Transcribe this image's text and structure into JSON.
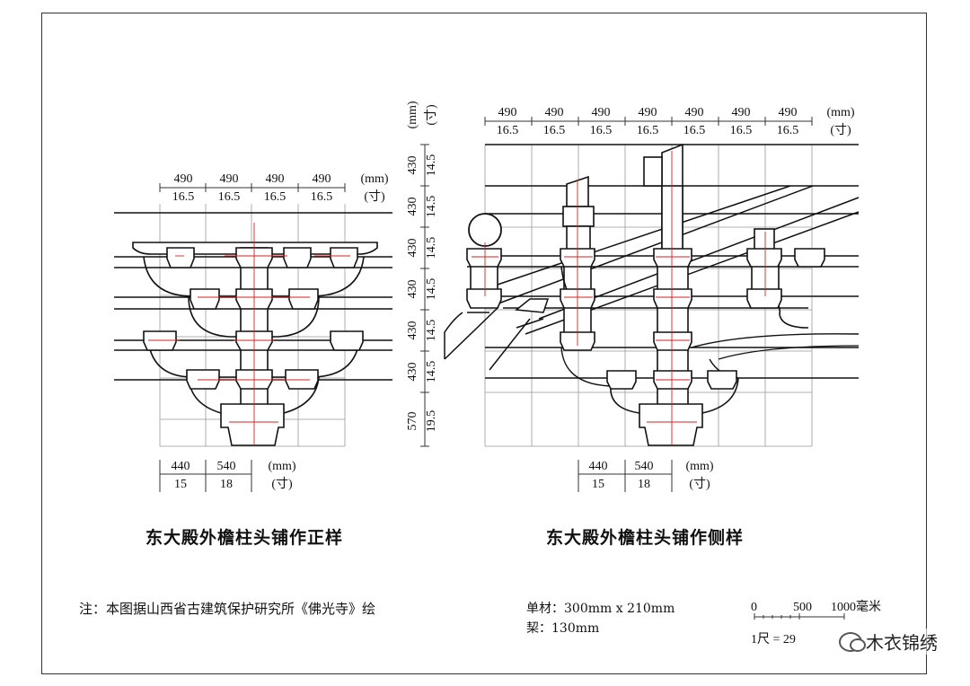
{
  "front_view": {
    "caption": "东大殿外檐柱头铺作正样",
    "top_mm": [
      "490",
      "490",
      "490",
      "490"
    ],
    "top_cun": [
      "16.5",
      "16.5",
      "16.5",
      "16.5"
    ],
    "top_unit_mm": "(mm)",
    "top_unit_cun": "(寸)",
    "bottom_mm": [
      "440",
      "540"
    ],
    "bottom_cun": [
      "15",
      "18"
    ],
    "bottom_unit_mm": "(mm)",
    "bottom_unit_cun": "(寸)"
  },
  "side_view": {
    "caption": "东大殿外檐柱头铺作侧样",
    "top_mm": [
      "490",
      "490",
      "490",
      "490",
      "490",
      "490",
      "490"
    ],
    "top_cun": [
      "16.5",
      "16.5",
      "16.5",
      "16.5",
      "16.5",
      "16.5",
      "16.5"
    ],
    "top_unit_mm": "(mm)",
    "top_unit_cun": "(寸)",
    "bottom_mm": [
      "440",
      "540"
    ],
    "bottom_cun": [
      "15",
      "18"
    ],
    "bottom_unit_mm": "(mm)",
    "bottom_unit_cun": "(寸)"
  },
  "vertical_scale": {
    "unit_mm": "(mm)",
    "unit_cun": "(寸)",
    "mm": [
      "430",
      "430",
      "430",
      "430",
      "430",
      "430",
      "570"
    ],
    "cun": [
      "14.5",
      "14.5",
      "14.5",
      "14.5",
      "14.5",
      "14.5",
      "19.5"
    ]
  },
  "note": "注：本图据山西省古建筑保护研究所《佛光寺》绘",
  "material": {
    "dancai": "单材：300mm x 210mm",
    "qi": "栔：130mm"
  },
  "scale_bar": {
    "ticks": [
      "0",
      "500",
      "1000毫米"
    ],
    "chi": "1尺 = 29"
  },
  "watermark": "木衣锦绣",
  "colors": {
    "line": "#111111",
    "red": "#d42020",
    "grid": "#999999"
  }
}
